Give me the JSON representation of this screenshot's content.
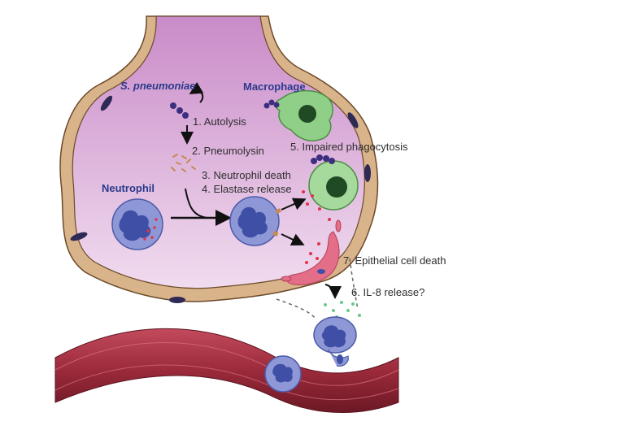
{
  "labels": {
    "bacteria": "S. pneumoniae",
    "macrophage": "Macrophage",
    "neutrophil": "Neutrophil"
  },
  "steps": {
    "s1": "1. Autolysis",
    "s2": "2. Pneumolysin",
    "s3": "3. Neutrophil death",
    "s4": "4. Elastase release",
    "s5": "5. Impaired phagocytosis",
    "s6": "6. IL-8 release?",
    "s7": "7. Epithelial cell death"
  },
  "colors": {
    "alveolus_fill": "#d7a6d4",
    "alveolus_wall": "#d9b48a",
    "vessel": "#9b2a3a",
    "neutrophil": "#8f98d6",
    "neutrophil_nucleus": "#3f4fa6",
    "macrophage": "#8fcf88",
    "macrophage_nucleus": "#1f4a24",
    "bacteria": "#3d2f7f",
    "pneumolysin": "#c58a55",
    "elastase": "#e0354a",
    "il8": "#67c98a",
    "epithelial": "#e46d88"
  },
  "icons": [
    "bacteria-chain-icon",
    "neutrophil-cell-icon",
    "macrophage-cell-icon",
    "epithelial-cell-icon",
    "blood-vessel-icon"
  ]
}
